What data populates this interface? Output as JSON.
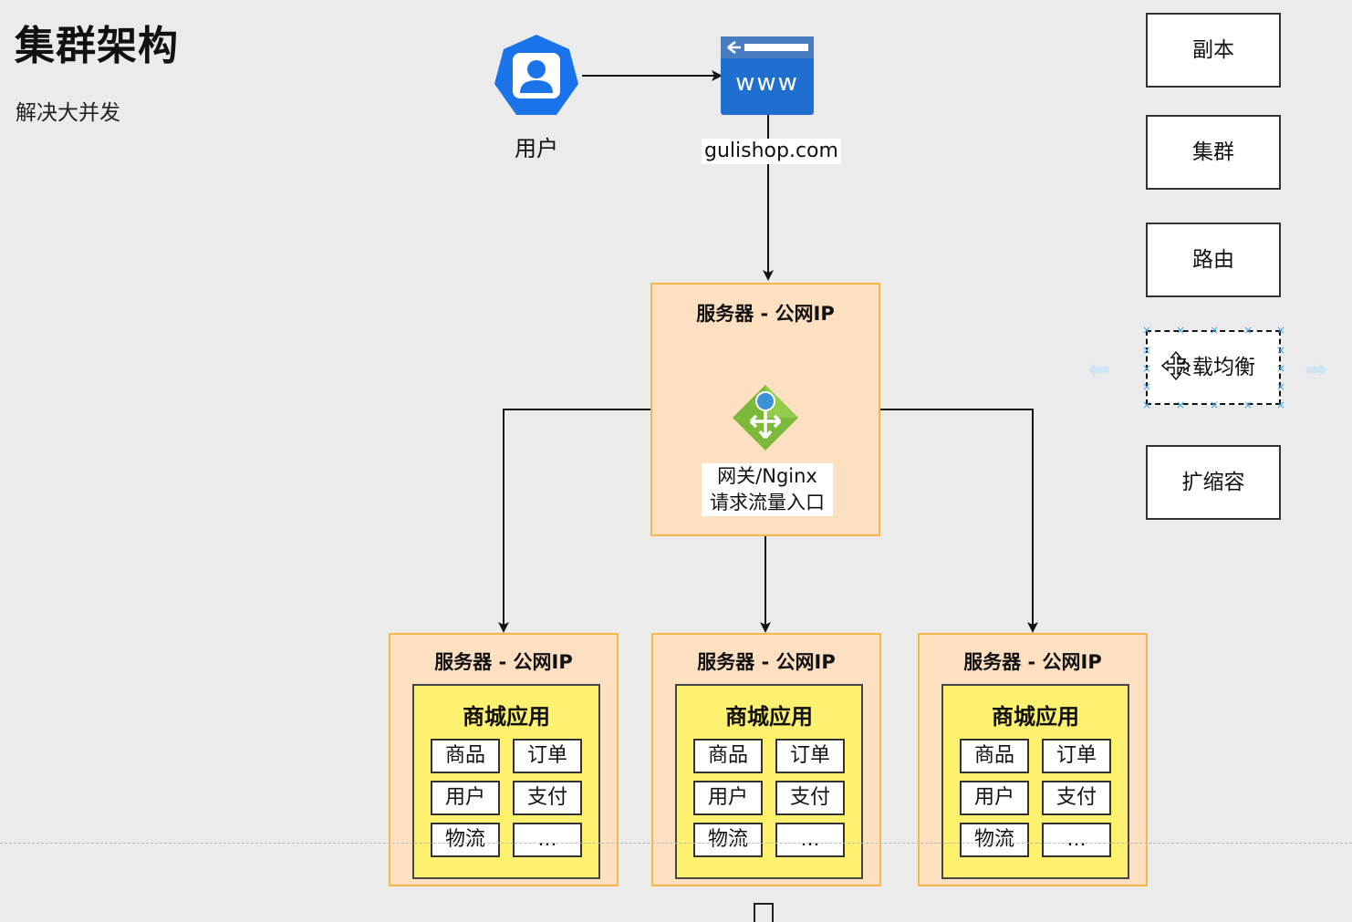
{
  "page": {
    "title": "集群架构",
    "subtitle": "解决大并发"
  },
  "user": {
    "label": "用户",
    "icon": "user-icon"
  },
  "website": {
    "label": "www",
    "domain": "gulishop.com",
    "icon": "www-browser-icon"
  },
  "gateway": {
    "title": "服务器 - 公网IP",
    "label_line1": "网关/Nginx",
    "label_line2": "请求流量入口",
    "icon": "gateway-icon"
  },
  "servers": [
    {
      "title": "服务器 - 公网IP",
      "app": "商城应用",
      "modules": [
        "商品",
        "订单",
        "用户",
        "支付",
        "物流",
        "..."
      ]
    },
    {
      "title": "服务器 - 公网IP",
      "app": "商城应用",
      "modules": [
        "商品",
        "订单",
        "用户",
        "支付",
        "物流",
        "..."
      ]
    },
    {
      "title": "服务器 - 公网IP",
      "app": "商城应用",
      "modules": [
        "商品",
        "订单",
        "用户",
        "支付",
        "物流",
        "..."
      ]
    }
  ],
  "side_panel": {
    "items": [
      "副本",
      "集群",
      "路由",
      "负载均衡",
      "扩缩容"
    ],
    "selected": "负载均衡"
  },
  "colors": {
    "server_fill": "#fde0c2",
    "server_border": "#f2b84a",
    "app_fill": "#fff170",
    "user_icon": "#1a73e8",
    "gateway_icon": "#7cb83a",
    "selection_handles": "#3fa7e0"
  }
}
